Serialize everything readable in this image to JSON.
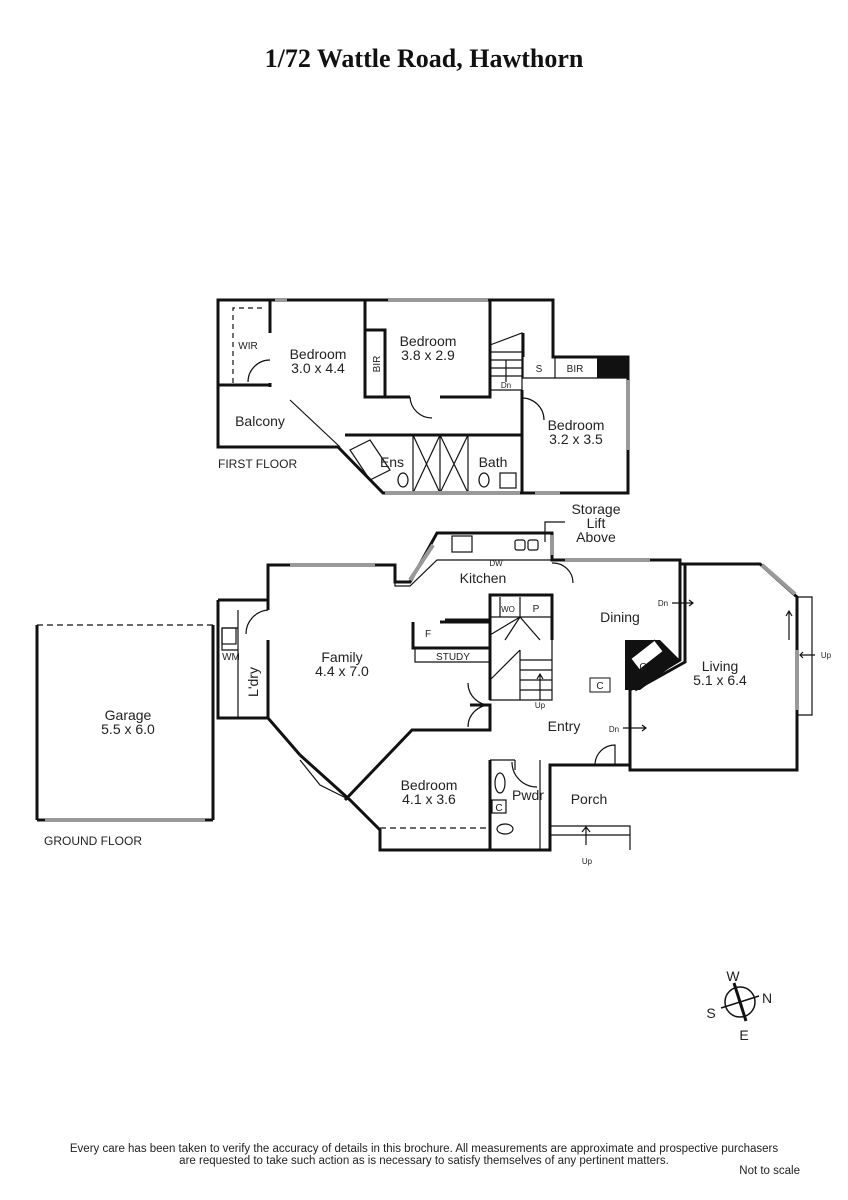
{
  "title": "1/72 Wattle Road, Hawthorn",
  "first_floor": {
    "label": "FIRST FLOOR",
    "rooms": {
      "wir": "WIR",
      "bedroom1": {
        "name": "Bedroom",
        "size": "3.0 x 4.4"
      },
      "bir1": "BIR",
      "bedroom2": {
        "name": "Bedroom",
        "size": "3.8 x 2.9"
      },
      "stairs_dn": "Dn",
      "s": "S",
      "bir2": "BIR",
      "bedroom3": {
        "name": "Bedroom",
        "size": "3.2 x 3.5"
      },
      "balcony": "Balcony",
      "ens": "Ens",
      "bath": "Bath"
    }
  },
  "ground_floor": {
    "label": "GROUND FLOOR",
    "rooms": {
      "storage": [
        "Storage",
        "Lift",
        "Above"
      ],
      "dw": "DW",
      "kitchen": "Kitchen",
      "wo": "WO",
      "p": "P",
      "dining": "Dining",
      "dn1": "Dn",
      "dn2": "Dn",
      "up_side": "Up",
      "f": "F",
      "study": "STUDY",
      "family": {
        "name": "Family",
        "size": "4.4 x 7.0"
      },
      "wm": "WM",
      "laundry": "L'dry",
      "garage": {
        "name": "Garage",
        "size": "5.5 x 6.0"
      },
      "stairs_up": "Up",
      "c1": "C",
      "c2": "C",
      "c3": "C",
      "living": {
        "name": "Living",
        "size": "5.1 x 6.4"
      },
      "entry": "Entry",
      "bedroom": {
        "name": "Bedroom",
        "size": "4.1 x 3.6"
      },
      "pwdr": "Pwdr",
      "porch": "Porch",
      "porch_up": "Up"
    }
  },
  "compass": {
    "w": "W",
    "n": "N",
    "s": "S",
    "e": "E"
  },
  "disclaimer": [
    "Every care has been taken to verify the accuracy of details in this brochure.  All measurements are approximate and prospective purchasers",
    "are requested to take such action as is necessary to satisfy themselves of any pertinent matters."
  ],
  "not_to_scale": "Not to scale"
}
